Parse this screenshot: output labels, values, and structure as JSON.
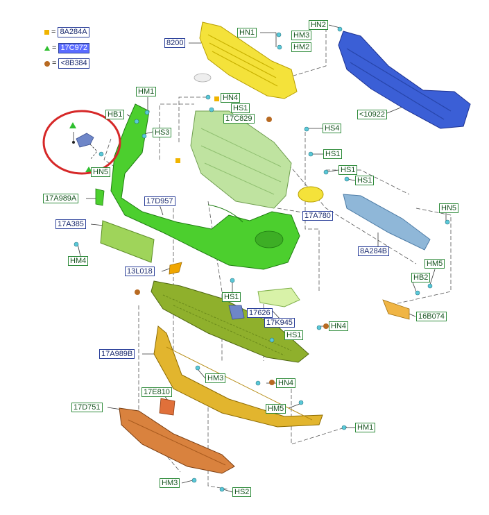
{
  "legend": [
    {
      "marker": "square",
      "code": "8A284A"
    },
    {
      "marker": "triangle",
      "code": "17C972"
    },
    {
      "marker": "circle",
      "code": "<8B384"
    }
  ],
  "legend_eq": "=",
  "labels": {
    "p8200": "8200",
    "hn1a": "HN1",
    "hm3a": "HM3",
    "hm2a": "HM2",
    "hn2": "HN2",
    "p10922": "<10922",
    "hm1a": "HM1",
    "hb1": "HB1",
    "hn4a": "HN4",
    "hs1a": "HS1",
    "p17c829": "17C829",
    "hs3": "HS3",
    "hs4": "HS4",
    "hs1b": "HS1",
    "hs1c": "HS1",
    "hs1d": "HS1",
    "hn5a": "HN5",
    "p17a989a": "17A989A",
    "p17d957": "17D957",
    "p17a780": "17A780",
    "hn5b": "HN5",
    "p17a385": "17A385",
    "p8a284b": "8A284B",
    "hm4": "HM4",
    "p13l018": "13L018",
    "hm5": "HM5",
    "hb2": "HB2",
    "hs1e": "HS1",
    "p17626": "17626",
    "p16b074": "16B074",
    "p17k945": "17K945",
    "hn4b": "HN4",
    "hs1f": "HS1",
    "p17a989b": "17A989B",
    "hm3b": "HM3",
    "hn4c": "HN4",
    "p17e810": "17E810",
    "p17d751": "17D751",
    "hm5b": "HM5",
    "hm1b": "HM1",
    "hm3c": "HM3",
    "hs2": "HS2"
  },
  "colors": {
    "grille_upper": "#f4e23a",
    "grille_lower": "#bfe3a0",
    "reinforcement": "#3b5fd6",
    "bumper_cover": "#4ccf2e",
    "bracket": "#8fb7d8",
    "undertray": "#8fb02c",
    "lip_spoiler": "#e2b52e",
    "skid_plate": "#d9823e",
    "highlight_circle": "#d62828"
  }
}
